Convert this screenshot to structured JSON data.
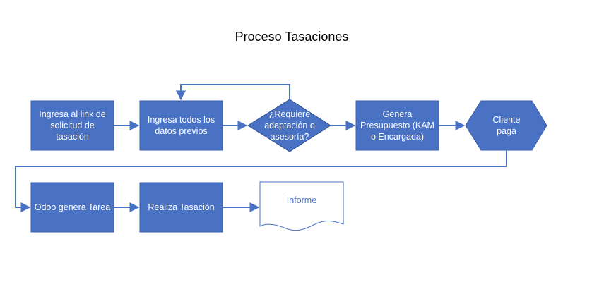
{
  "title": "Proceso Tasaciones",
  "colors": {
    "box_fill": "#4a72c4",
    "box_stroke": "#3b5fa8",
    "arrow": "#4a72c4",
    "document_fill": "#ffffff",
    "document_text": "#4a72c4",
    "text": "#ffffff"
  },
  "nodes": {
    "ingresa_link": {
      "label": "Ingresa al link de solicitud de tasación",
      "shape": "process"
    },
    "ingresa_datos": {
      "label": "Ingresa todos los datos previos",
      "shape": "process"
    },
    "requiere": {
      "label": "¿Requiere adaptación o asesoría?",
      "shape": "decision"
    },
    "presupuesto": {
      "label": "Genera Presupuesto (KAM o Encargada)",
      "shape": "process"
    },
    "cliente_paga": {
      "label": "Cliente paga",
      "shape": "preparation"
    },
    "odoo": {
      "label": "Odoo genera Tarea",
      "shape": "process"
    },
    "realiza": {
      "label": "Realiza Tasación",
      "shape": "process"
    },
    "informe": {
      "label": "Informe",
      "shape": "document"
    }
  }
}
